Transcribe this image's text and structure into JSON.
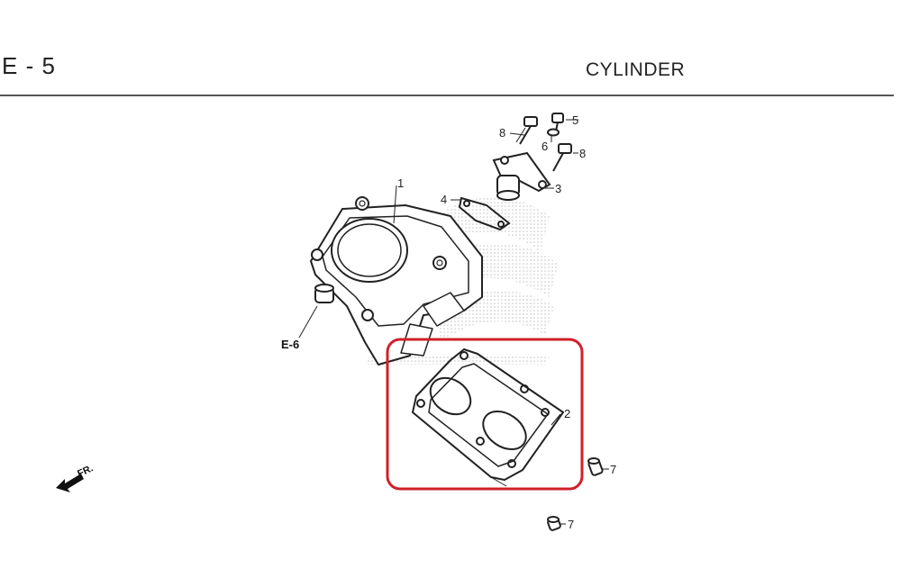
{
  "header": {
    "page_code": "E - 5",
    "title": "CYLINDER"
  },
  "callouts": [
    {
      "id": "c1",
      "label": "1"
    },
    {
      "id": "c2",
      "label": "2"
    },
    {
      "id": "c3",
      "label": "3"
    },
    {
      "id": "c4",
      "label": "4"
    },
    {
      "id": "c5",
      "label": "5"
    },
    {
      "id": "c6",
      "label": "6"
    },
    {
      "id": "c7a",
      "label": "7"
    },
    {
      "id": "c7b",
      "label": "7"
    },
    {
      "id": "c8a",
      "label": "8"
    },
    {
      "id": "c8b",
      "label": "8"
    }
  ],
  "reference": {
    "label": "E-6"
  },
  "direction": {
    "label": "FR."
  },
  "highlight": {
    "color": "#d0202a",
    "target_part": "2"
  },
  "colors": {
    "line": "#222222",
    "watermark": "#c8c8c8"
  }
}
